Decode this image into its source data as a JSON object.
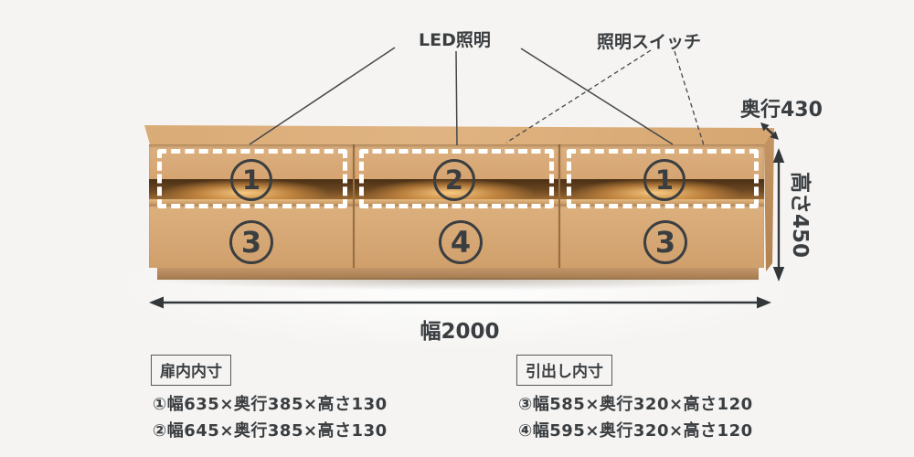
{
  "annotations": {
    "led_label": "LED照明",
    "switch_label": "照明スイッチ"
  },
  "dimensions": {
    "depth": "奥行430",
    "height": "高さ450",
    "width": "幅2000"
  },
  "cabinet": {
    "sections": [
      {
        "door": "1",
        "drawer": "3"
      },
      {
        "door": "2",
        "drawer": "4"
      },
      {
        "door": "1",
        "drawer": "3"
      }
    ]
  },
  "legend": {
    "doors": {
      "title": "扉内内寸",
      "items": [
        "①幅635×奥行385×高さ130",
        "②幅645×奥行385×高さ130"
      ]
    },
    "drawers": {
      "title": "引出し内寸",
      "items": [
        "③幅585×奥行320×高さ120",
        "④幅595×奥行320×高さ120"
      ]
    }
  },
  "colors": {
    "background": "#f5f4f2",
    "wood": "#d6a572",
    "wood_top": "#dcae7a",
    "led_glow": "#ffc877",
    "ink": "#3b3e41",
    "highlight_outline": "#ffffff"
  }
}
